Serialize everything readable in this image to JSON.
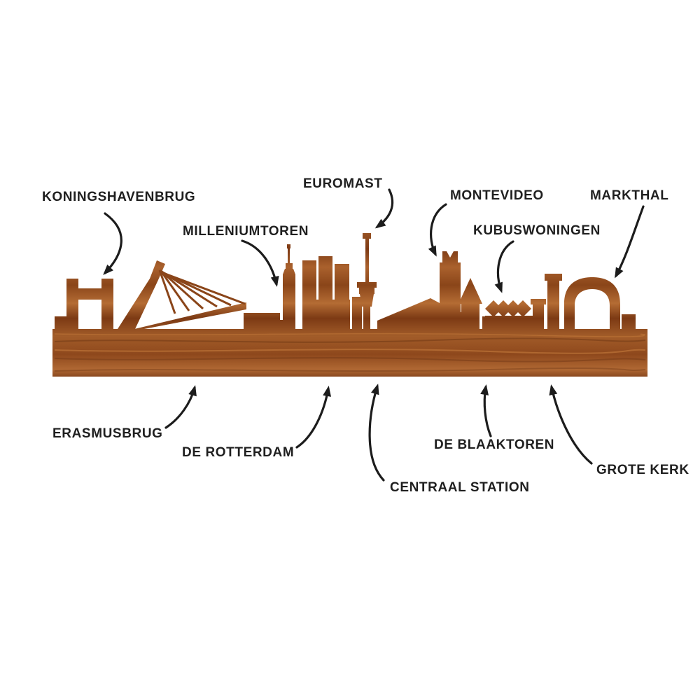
{
  "page": {
    "background": "#ffffff"
  },
  "colors": {
    "arrow": "#1c1c1c",
    "label_text": "#1f1f1f",
    "wood_light": "#b46c34",
    "wood_mid": "#9a5526",
    "wood_dark": "#6f3110",
    "wood_grain": "#5a270c"
  },
  "labels": {
    "top": [
      {
        "id": "koningshavenbrug",
        "text": "KONINGSHAVENBRUG"
      },
      {
        "id": "milleniumtoren",
        "text": "MILLENIUMTOREN"
      },
      {
        "id": "euromast",
        "text": "EUROMAST"
      },
      {
        "id": "montevideo",
        "text": "MONTEVIDEO"
      },
      {
        "id": "kubuswoningen",
        "text": "KUBUSWONINGEN"
      },
      {
        "id": "markthal",
        "text": "MARKTHAL"
      }
    ],
    "bottom": [
      {
        "id": "erasmusbrug",
        "text": "ERASMUSBRUG"
      },
      {
        "id": "de-rotterdam",
        "text": "DE ROTTERDAM"
      },
      {
        "id": "centraal-station",
        "text": "CENTRAAL STATION"
      },
      {
        "id": "de-blaaktoren",
        "text": "DE BLAAKTOREN"
      },
      {
        "id": "grote-kerk",
        "text": "GROTE KERK"
      }
    ]
  }
}
